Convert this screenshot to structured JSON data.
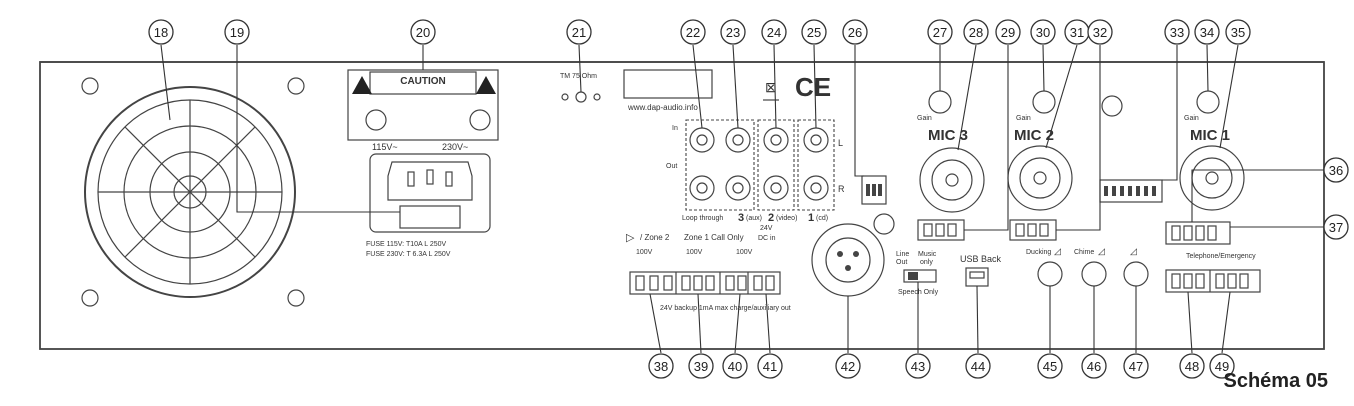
{
  "caption": "Schéma 05",
  "callouts": [
    "18",
    "19",
    "20",
    "21",
    "22",
    "23",
    "24",
    "25",
    "26",
    "27",
    "28",
    "29",
    "30",
    "31",
    "32",
    "33",
    "34",
    "35",
    "36",
    "37",
    "38",
    "39",
    "40",
    "41",
    "42",
    "43",
    "44",
    "45",
    "46",
    "47",
    "48",
    "49"
  ],
  "labels": {
    "caution": "CAUTION",
    "v115": "115V~",
    "v230": "230V~",
    "fuse1": "FUSE 115V: T10A   L 250V",
    "fuse2": "FUSE 230V: T 6.3A L 250V",
    "ant": "TM 75 Ohm",
    "website": "www.dap-audio.info",
    "ce": "CE",
    "in": "In",
    "out": "Out",
    "l": "L",
    "r": "R",
    "loop": "Loop through",
    "ch3": "3",
    "aux": "(aux)",
    "ch2": "2",
    "video": "(video)",
    "ch1": "1",
    "cd": "(cd)",
    "gain": "Gain",
    "mic3": "MIC 3",
    "mic2": "MIC 2",
    "mic1": "MIC 1",
    "zone2": "/ Zone 2",
    "zone1": "Zone 1 Call Only",
    "dc24": "24V",
    "dcin": "DC in",
    "v100a": "100V",
    "v100b": "100V",
    "v100c": "100V",
    "backup": "24V backup 1mA max charge/auxiliary out",
    "line": "Line",
    "out2": "Out",
    "music": "Music",
    "only": "only",
    "speech": "Speech Only",
    "usb": "USB Back",
    "ducking": "Ducking",
    "chime": "Chime",
    "telephone": "Telephone/Emergency"
  }
}
